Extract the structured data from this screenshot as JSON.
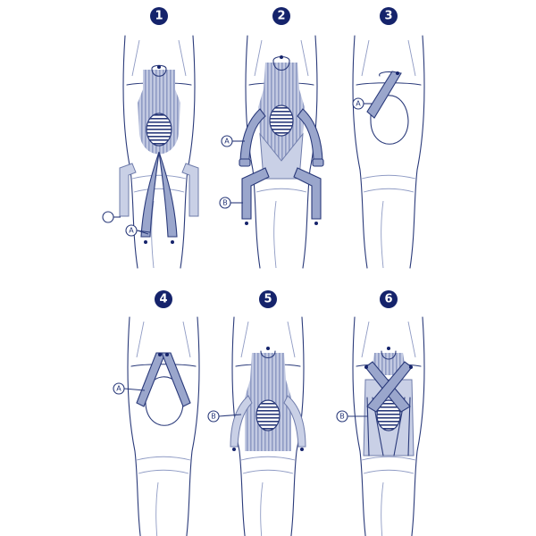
{
  "colors": {
    "navy": "#15236b",
    "tape": "#9aa6cc",
    "tape_light": "#c9d0e6",
    "line": "#2a3a7a"
  },
  "steps": [
    {
      "number": "1",
      "labels": [
        "A"
      ]
    },
    {
      "number": "2",
      "labels": [
        "A",
        "B"
      ]
    },
    {
      "number": "3",
      "labels": [
        "A"
      ]
    },
    {
      "number": "4",
      "labels": [
        "A"
      ]
    },
    {
      "number": "5",
      "labels": [
        "B"
      ]
    },
    {
      "number": "6",
      "labels": [
        "B"
      ]
    }
  ]
}
